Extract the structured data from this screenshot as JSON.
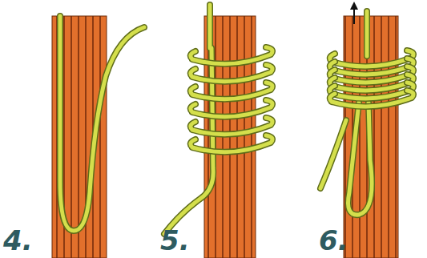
{
  "diagram": {
    "labels": [
      "4.",
      "5.",
      "6."
    ]
  }
}
